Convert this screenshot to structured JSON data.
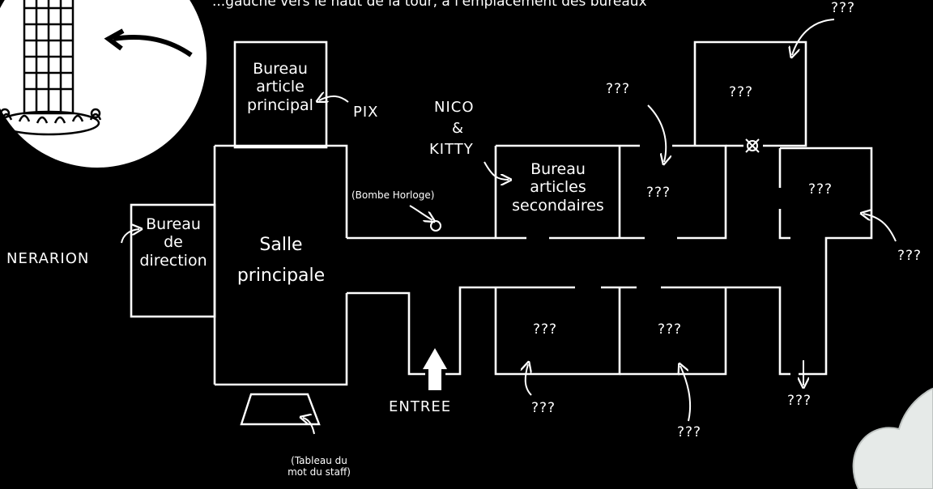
{
  "header_text": "...gauche vers le haut de la tour, à l'emplacement des bureaux",
  "rooms": {
    "bureau_principal": [
      "Bureau",
      "article",
      "principal"
    ],
    "bureau_direction": [
      "Bureau",
      "de",
      "direction"
    ],
    "salle_principale": [
      "Salle",
      "principale"
    ],
    "bureau_secondaires": [
      "Bureau",
      "articles",
      "secondaires"
    ],
    "unknown_room": "???"
  },
  "people": {
    "pix": "PIX",
    "nico": "NICO",
    "amp": "&",
    "kitty": "KITTY",
    "nerarion": "NERARION"
  },
  "objects": {
    "bombe": "(Bombe Horloge)",
    "tableau": [
      "(Tableau du",
      "mot du staff)"
    ],
    "entree": "ENTREE"
  },
  "unknown_label": "???",
  "colors": {
    "background": "#000000",
    "ink": "#ffffff",
    "cloud": "#e6eae8",
    "tower_bg": "#ffffff"
  }
}
